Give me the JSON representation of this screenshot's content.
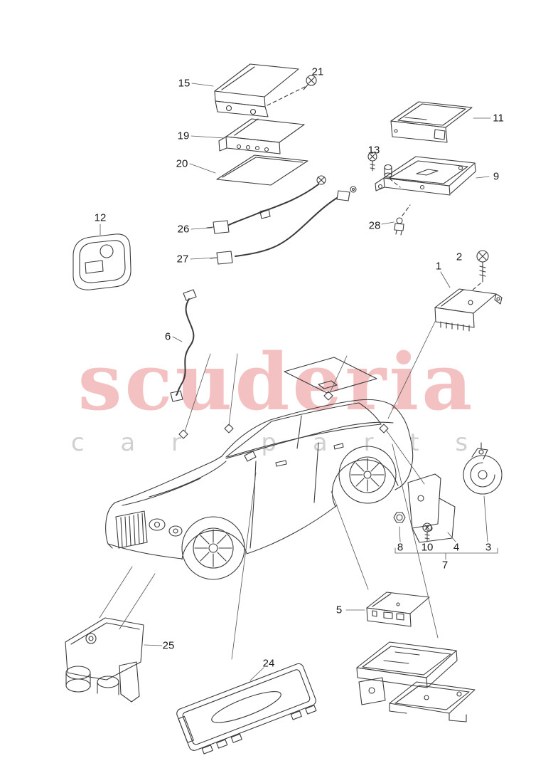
{
  "watermark": {
    "brand": "scuderia",
    "tagline": "c a r   p a r t s",
    "brand_color": "#e47676",
    "tagline_color": "#969696"
  },
  "diagram_line_color": "#3b3b3b",
  "callouts": [
    {
      "num": "15"
    },
    {
      "num": "21"
    },
    {
      "num": "19"
    },
    {
      "num": "20"
    },
    {
      "num": "11"
    },
    {
      "num": "13"
    },
    {
      "num": "9"
    },
    {
      "num": "28"
    },
    {
      "num": "12"
    },
    {
      "num": "26"
    },
    {
      "num": "27"
    },
    {
      "num": "2"
    },
    {
      "num": "1"
    },
    {
      "num": "6"
    },
    {
      "num": "8"
    },
    {
      "num": "10"
    },
    {
      "num": "4"
    },
    {
      "num": "3"
    },
    {
      "num": "7"
    },
    {
      "num": "5"
    },
    {
      "num": "25"
    },
    {
      "num": "24"
    }
  ]
}
